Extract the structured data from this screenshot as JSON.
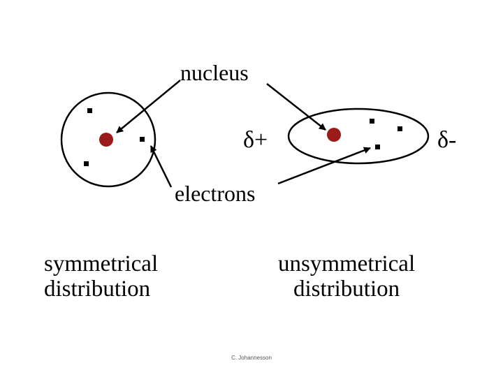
{
  "labels": {
    "nucleus": "nucleus",
    "electrons": "electrons",
    "delta_plus": "δ+",
    "delta_minus": "δ-"
  },
  "captions": {
    "left_line1": "symmetrical",
    "left_line2": "distribution",
    "right_line1": "unsymmetrical",
    "right_line2": "distribution"
  },
  "credit": "C. Johannesson",
  "colors": {
    "nucleus": "#9b1b1b",
    "electron": "#000000",
    "outline": "#000000"
  }
}
